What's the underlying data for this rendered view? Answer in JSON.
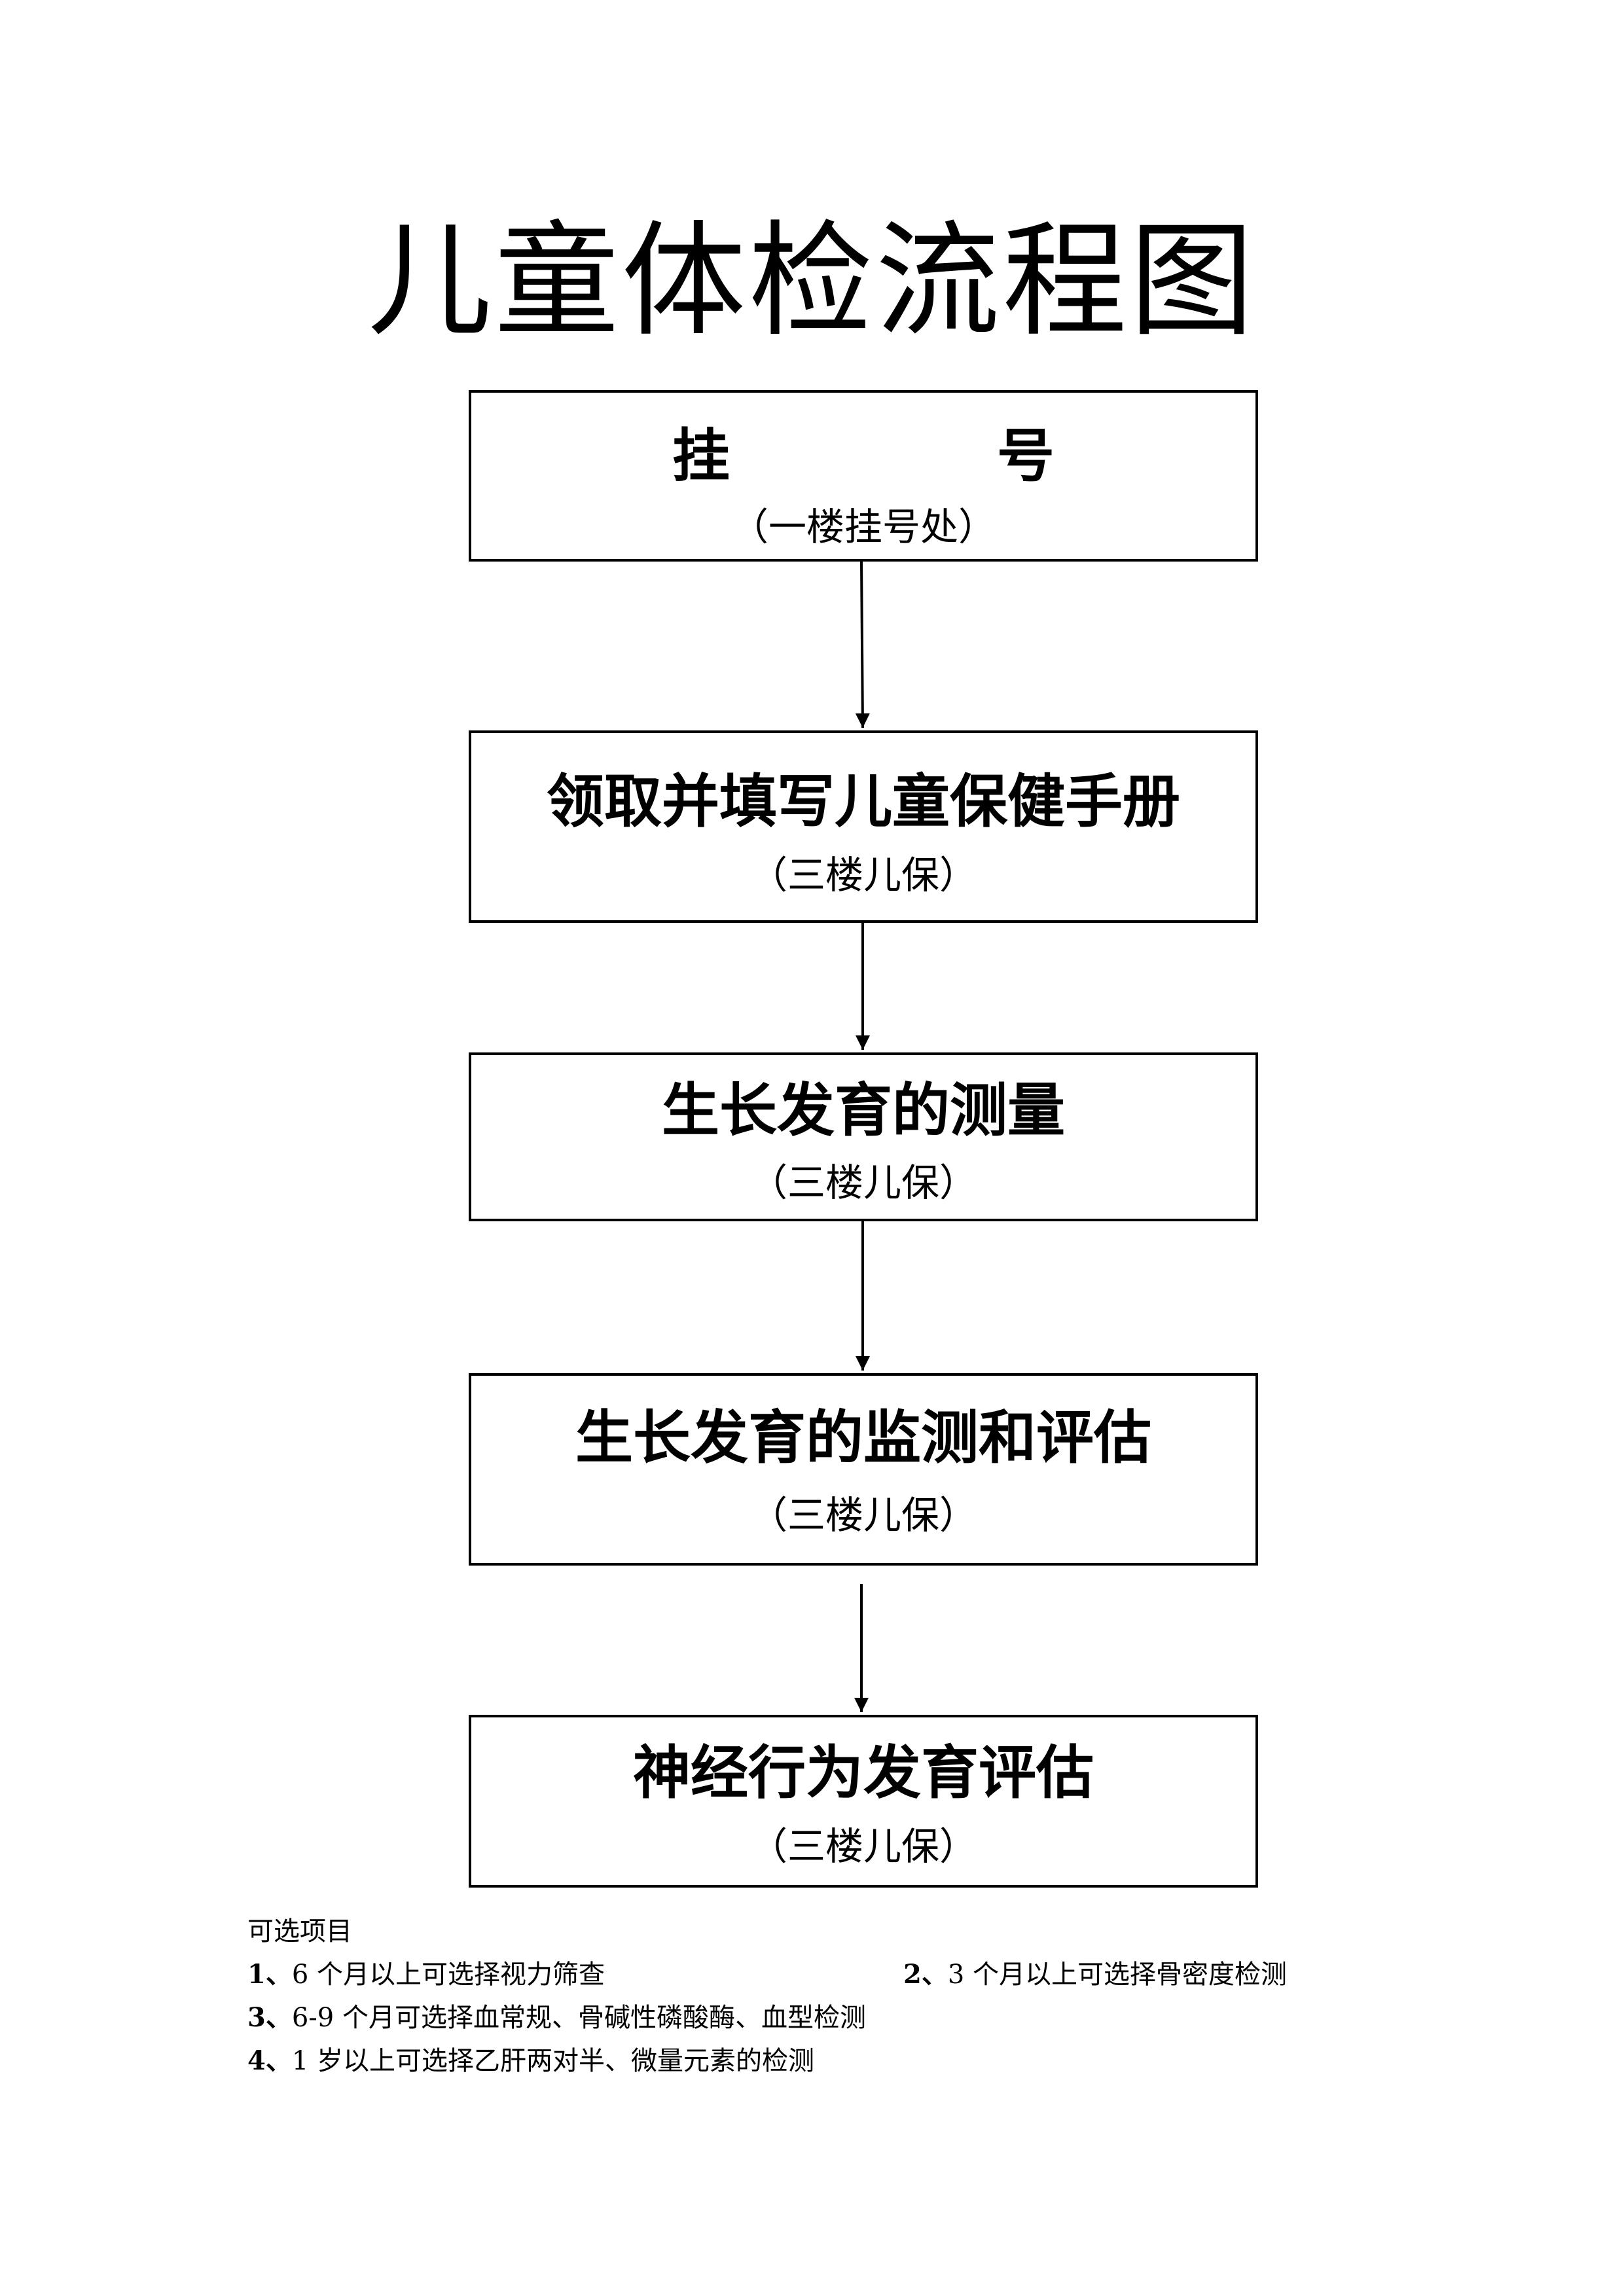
{
  "title": "儿童体检流程图",
  "steps": [
    {
      "name": "挂　号",
      "location": "（一楼挂号处）"
    },
    {
      "name": "领取并填写儿童保健手册",
      "location": "（三楼儿保）"
    },
    {
      "name": "生长发育的测量",
      "location": "（三楼儿保）"
    },
    {
      "name": "生长发育的监测和评估",
      "location": "（三楼儿保）"
    },
    {
      "name": "神经行为发育评估",
      "location": "（三楼儿保）"
    }
  ],
  "optional": {
    "heading": "可选项目",
    "items": [
      {
        "num": "1、",
        "text": "6 个月以上可选择视力筛查"
      },
      {
        "num": "2、",
        "text": "3 个月以上可选择骨密度检测"
      },
      {
        "num": "3、",
        "text": "6-9 个月可选择血常规、骨碱性磷酸酶、血型检测"
      },
      {
        "num": "4、",
        "text": "1 岁以上可选择乙肝两对半、微量元素的检测"
      }
    ]
  }
}
